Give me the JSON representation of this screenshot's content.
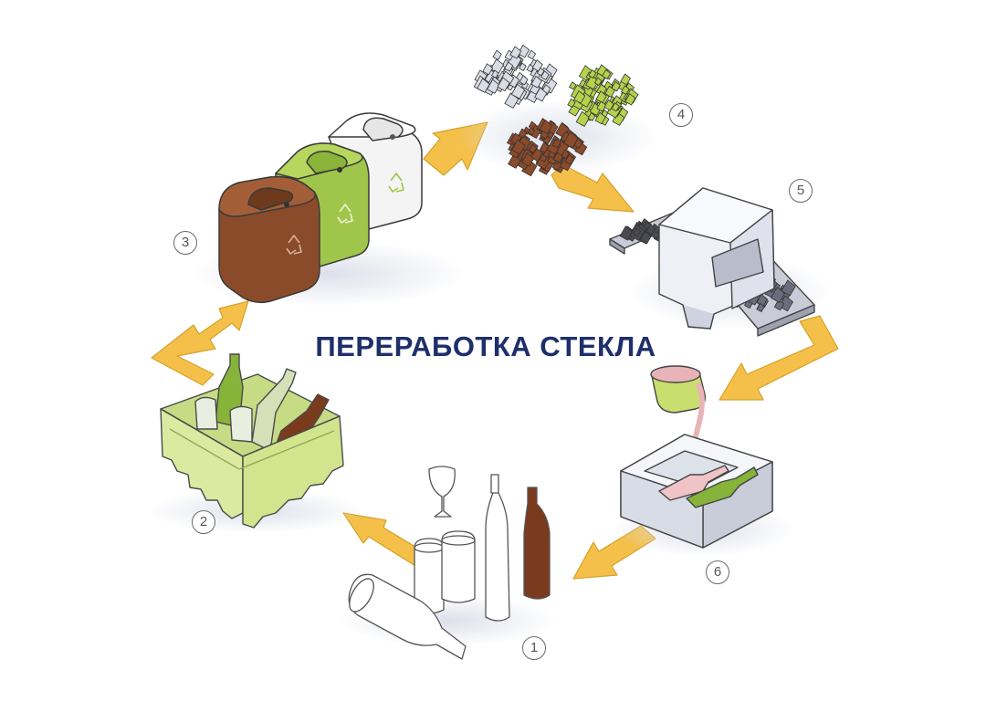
{
  "diagram": {
    "title": "ПЕРЕРАБОТКА СТЕКЛА",
    "steps": [
      {
        "number": "1",
        "icon": "glass-items-icon"
      },
      {
        "number": "2",
        "icon": "crate-with-bottles-icon"
      },
      {
        "number": "3",
        "icon": "sorting-bins-icon"
      },
      {
        "number": "4",
        "icon": "crushed-glass-piles-icon"
      },
      {
        "number": "5",
        "icon": "conveyor-machine-icon"
      },
      {
        "number": "6",
        "icon": "molten-glass-mold-icon"
      }
    ],
    "colors": {
      "title": "#1f2f6b",
      "arrow": "#f4c04a",
      "bin_brown": "#8a4b2a",
      "bin_green": "#9fc64a",
      "bin_white": "#f2f2f2",
      "crate": "#dbeaa0",
      "bottle_brown": "#7a3a1e",
      "bottle_green": "#86b43a",
      "cullet_brown": "#8b4a2a",
      "cullet_green": "#b4d24c",
      "cullet_clear": "#d9dde6",
      "molten": "#e8b4b8"
    }
  }
}
